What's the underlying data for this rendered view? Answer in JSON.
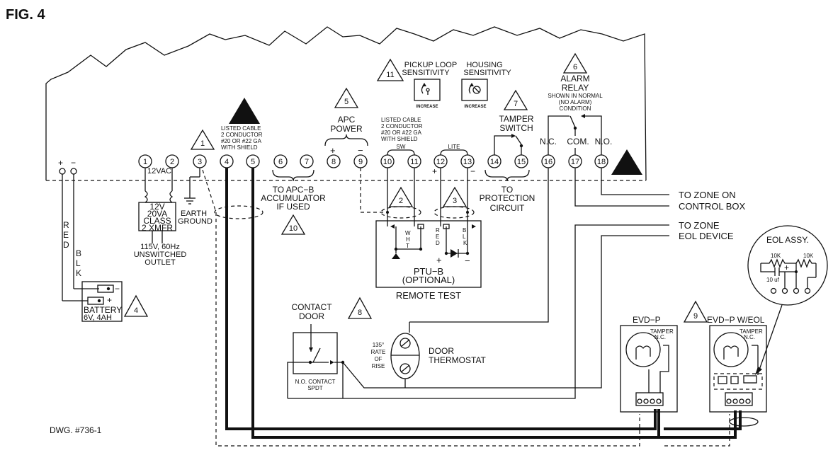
{
  "figure_title": "FIG. 4",
  "drawing_number": "DWG. #736-1",
  "terminals": [
    "1",
    "2",
    "3",
    "4",
    "5",
    "6",
    "7",
    "8",
    "9",
    "10",
    "11",
    "12",
    "13",
    "14",
    "15",
    "16",
    "17",
    "18"
  ],
  "battery_terminal_labels": {
    "plus": "+",
    "minus": "−"
  },
  "notes": {
    "n1": "1",
    "n2": "2",
    "n3": "3",
    "n4": "4",
    "n5": "5",
    "n6": "6",
    "n7": "7",
    "n8": "8",
    "n9": "9",
    "n10": "10",
    "n11": "11"
  },
  "transformer": {
    "secondary": "12VAC",
    "rating": [
      "12V",
      "20VA",
      "CLASS",
      "2 XMFR"
    ],
    "supply": [
      "115V, 60Hz",
      "UNSWITCHED",
      "OUTLET"
    ]
  },
  "earth_ground": [
    "EARTH",
    "GROUND"
  ],
  "cable_label_left": [
    "LISTED CABLE",
    "2 CONDUCTOR",
    "#20 OR #22 GA",
    "WITH SHIELD"
  ],
  "cable_label_right": [
    "LISTED CABLE",
    "2 CONDUCTOR",
    "#20 OR #22 GA",
    "WITH SHIELD"
  ],
  "apc_b": [
    "TO APC−B",
    "ACCUMULATOR",
    "IF USED"
  ],
  "apc_power": [
    "APC",
    "POWER"
  ],
  "apc_polarity": {
    "plus": "+",
    "minus": "−"
  },
  "sw_label": "SW",
  "lite_label": "LITE",
  "lite_polarity": {
    "plus": "+",
    "minus": "−"
  },
  "pickup_loop": [
    "PICKUP LOOP",
    "SENSITIVITY"
  ],
  "housing": [
    "HOUSING",
    "SENSITIVITY"
  ],
  "increase_label": "INCREASE",
  "tamper_switch": [
    "TAMPER",
    "SWITCH"
  ],
  "protection": [
    "TO",
    "PROTECTION",
    "CIRCUIT"
  ],
  "alarm_relay": [
    "ALARM",
    "RELAY"
  ],
  "relay_condition": [
    "SHOWN IN NORMAL",
    "(NO ALARM)",
    "CONDITION"
  ],
  "relay_contacts": [
    "N.C.",
    "COM.",
    "N.O."
  ],
  "zone_on": [
    "TO ZONE ON",
    "CONTROL BOX"
  ],
  "zone_eol": [
    "TO ZONE",
    "EOL DEVICE"
  ],
  "ptu": {
    "title": [
      "PTU−B",
      "(OPTIONAL)"
    ],
    "remote": "REMOTE TEST",
    "wht": [
      "W",
      "H",
      "T"
    ],
    "red": [
      "R",
      "E",
      "D"
    ],
    "blk": [
      "B",
      "L",
      "K"
    ],
    "plus": "+",
    "minus": "−"
  },
  "wire_left": {
    "red": [
      "R",
      "E",
      "D"
    ],
    "blk": [
      "B",
      "L",
      "K"
    ]
  },
  "battery": {
    "label": "BATTERY",
    "rating": "6V, 4AH",
    "plus": "+",
    "minus": "−"
  },
  "contact_door": [
    "CONTACT",
    "DOOR"
  ],
  "no_contact": [
    "N.O. CONTACT",
    "SPDT"
  ],
  "rate_of_rise": [
    "135°",
    "RATE",
    "OF",
    "RISE"
  ],
  "door_thermostat": [
    "DOOR",
    "THERMOSTAT"
  ],
  "evd_p": {
    "title": "EVD−P",
    "tamper": [
      "TAMPER",
      "N.C."
    ]
  },
  "evd_p_eol": {
    "title": "EVD−P W/EOL",
    "tamper": [
      "TAMPER",
      "N.C."
    ]
  },
  "eol_assy": {
    "title": "EOL ASSY.",
    "r1": "10K",
    "r2": "10K",
    "cap": "10  uf",
    "plus": "+"
  }
}
